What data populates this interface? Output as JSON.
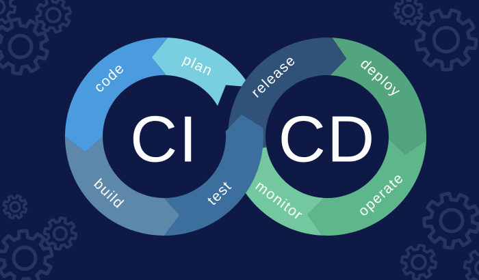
{
  "background": {
    "color": "#0e1a45",
    "gear_outline_color": "#263461",
    "gear_icon": "gear-icon"
  },
  "diagram": {
    "title_color": "#ffffff",
    "left_loop": {
      "title": "CI",
      "segments": [
        {
          "label": "plan",
          "color": "#79cfdf"
        },
        {
          "label": "code",
          "color": "#4a9cdf"
        },
        {
          "label": "build",
          "color": "#5d88a9"
        },
        {
          "label": "test",
          "color": "#3d6f9e"
        }
      ]
    },
    "right_loop": {
      "title": "CD",
      "segments": [
        {
          "label": "release",
          "color": "#315278"
        },
        {
          "label": "deploy",
          "color": "#52a57e"
        },
        {
          "label": "operate",
          "color": "#5db78b"
        },
        {
          "label": "monitor",
          "color": "#74c8a0"
        }
      ]
    }
  }
}
